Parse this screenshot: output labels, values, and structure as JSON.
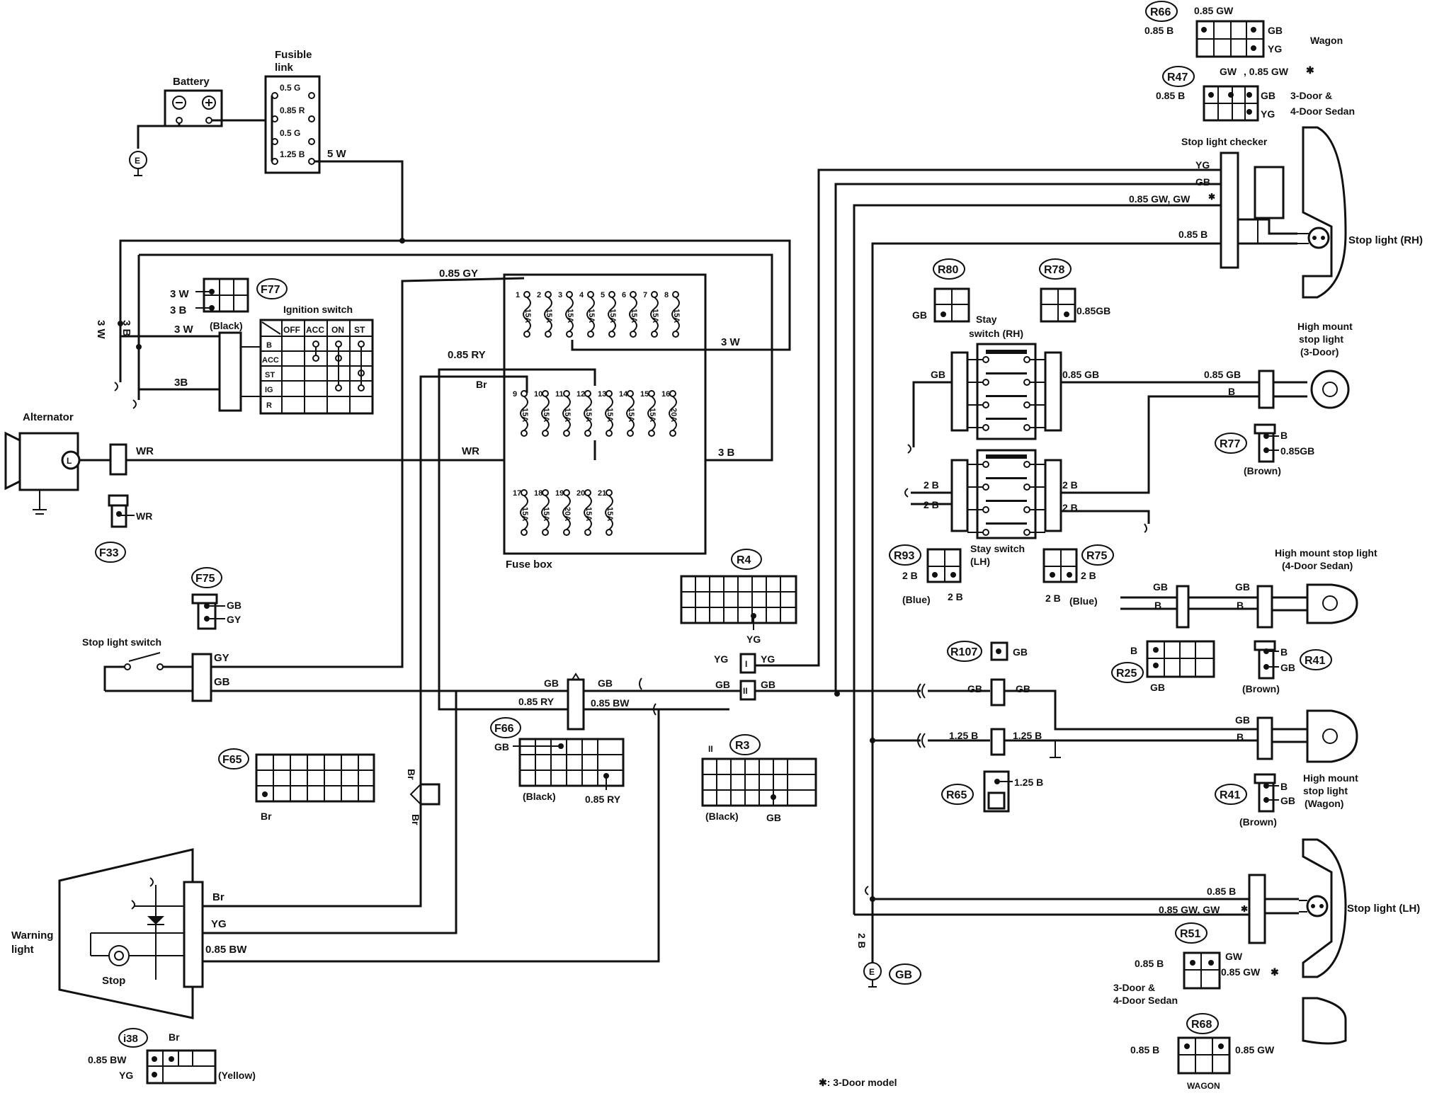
{
  "battery": {
    "label": "Battery"
  },
  "fusible_link": {
    "label_1": "Fusible",
    "label_2": "link",
    "links": [
      "0.5 G",
      "0.85 R",
      "0.5 G",
      "1.25 B"
    ]
  },
  "wires": {
    "five_w": "5 W",
    "three_w": "3 W",
    "three_b": "3 B",
    "three_b_2": "3B",
    "wr": "WR",
    "gy_085": "0.85 GY",
    "ry_085": "0.85 RY",
    "br": "Br",
    "gy": "GY",
    "gb": "GB",
    "yg": "YG",
    "bw_085": "0.85 BW",
    "ry_085_b": "0.85 RY",
    "gb_085": "0.85 GB",
    "b": "B",
    "b_085": "0.85 B",
    "gw_085": "0.85 GW, GW",
    "two_b": "2 B",
    "b_125": "1.25 B"
  },
  "ignition_switch": {
    "title": "Ignition switch",
    "columns": [
      "OFF",
      "ACC",
      "ON",
      "ST"
    ],
    "rows": [
      "B",
      "ACC",
      "ST",
      "IG",
      "R"
    ]
  },
  "alternator": {
    "label": "Alternator",
    "terminal": "L"
  },
  "fuse_box": {
    "label": "Fuse box",
    "fuses": [
      {
        "n": "1",
        "a": "15A"
      },
      {
        "n": "2",
        "a": "15A"
      },
      {
        "n": "3",
        "a": "15A"
      },
      {
        "n": "4",
        "a": "15A"
      },
      {
        "n": "5",
        "a": "15A"
      },
      {
        "n": "6",
        "a": "15A"
      },
      {
        "n": "7",
        "a": "15A"
      },
      {
        "n": "8",
        "a": "15A"
      },
      {
        "n": "9",
        "a": "15A"
      },
      {
        "n": "10",
        "a": "15A"
      },
      {
        "n": "11",
        "a": "15A"
      },
      {
        "n": "12",
        "a": "15A"
      },
      {
        "n": "13",
        "a": "15A"
      },
      {
        "n": "14",
        "a": "15A"
      },
      {
        "n": "15",
        "a": "15A"
      },
      {
        "n": "16",
        "a": "20A"
      },
      {
        "n": "17",
        "a": "15A"
      },
      {
        "n": "18",
        "a": "15A"
      },
      {
        "n": "19",
        "a": "20A"
      },
      {
        "n": "20",
        "a": "15A"
      },
      {
        "n": "21",
        "a": "15A"
      }
    ]
  },
  "connectors": {
    "f77": {
      "id": "F77",
      "pins": [
        "3 W",
        "3 B"
      ],
      "color": "(Black)"
    },
    "f33": {
      "id": "F33",
      "pin": "WR"
    },
    "f75": {
      "id": "F75",
      "pins": [
        "GB",
        "GY"
      ]
    },
    "f65": {
      "id": "F65",
      "pin": "Br"
    },
    "f66": {
      "id": "F66",
      "pins": [
        "GB",
        "0.85 RY"
      ],
      "color": "(Black)"
    },
    "r4": {
      "id": "R4",
      "pin": "YG"
    },
    "r3": {
      "id": "R3",
      "pin": "GB",
      "color": "(Black)",
      "mark": "II"
    },
    "r66": {
      "id": "R66",
      "pins": [
        "0.85 GW",
        "0.85 B",
        "GB",
        "YG"
      ],
      "note": "Wagon"
    },
    "r47": {
      "id": "R47",
      "pins": [
        "GW",
        ", 0.85 GW",
        "0.85 B",
        "GB",
        "YG"
      ],
      "note_1": "3-Door &",
      "note_2": "4-Door Sedan"
    },
    "r80": {
      "id": "R80",
      "pin": "GB"
    },
    "r78": {
      "id": "R78",
      "pin": "0.85GB"
    },
    "r77": {
      "id": "R77",
      "pins": [
        "B",
        "0.85GB"
      ],
      "color": "(Brown)"
    },
    "r93": {
      "id": "R93",
      "pins": [
        "2 B",
        "2 B"
      ],
      "color": "(Blue)"
    },
    "r75": {
      "id": "R75",
      "pins": [
        "2 B",
        "2 B"
      ],
      "color": "(Blue)"
    },
    "r107": {
      "id": "R107",
      "pin": "GB"
    },
    "r25": {
      "id": "R25",
      "pins": [
        "B",
        "GB"
      ]
    },
    "r41a": {
      "id": "R41",
      "pins": [
        "B",
        "GB"
      ],
      "color": "(Brown)"
    },
    "r41b": {
      "id": "R41",
      "pins": [
        "B",
        "GB"
      ],
      "color": "(Brown)"
    },
    "r65": {
      "id": "R65",
      "pin": "1.25 B"
    },
    "r51": {
      "id": "R51",
      "pins": [
        "0.85 B",
        "GW",
        "0.85 GW"
      ],
      "note_1": "3-Door &",
      "note_2": "4-Door Sedan"
    },
    "r68": {
      "id": "R68",
      "pins": [
        "0.85 B",
        "0.85 GW"
      ],
      "note": "WAGON"
    },
    "i38": {
      "id": "i38",
      "pins": [
        "0.85 BW",
        "YG",
        "Br"
      ],
      "color": "(Yellow)"
    }
  },
  "components": {
    "stop_light_switch": "Stop light switch",
    "stop_light_checker": "Stop light checker",
    "stop_light_rh": "Stop light (RH)",
    "stop_light_lh": "Stop light (LH)",
    "stay_switch_rh_1": "Stay",
    "stay_switch_rh_2": "switch (RH)",
    "stay_switch_lh_1": "Stay switch",
    "stay_switch_lh_2": "(LH)",
    "hmsl_3door_1": "High mount",
    "hmsl_3door_2": "stop light",
    "hmsl_3door_3": "(3-Door)",
    "hmsl_4door_1": "High mount stop light",
    "hmsl_4door_2": "(4-Door Sedan)",
    "hmsl_wagon_1": "High mount",
    "hmsl_wagon_2": "stop light",
    "hmsl_wagon_3": "(Wagon)",
    "warning_light_1": "Warning",
    "warning_light_2": "light",
    "stop": "Stop",
    "ground_gb": "GB",
    "ground_e": "E"
  },
  "inline_marks": {
    "yg_left": "YG",
    "yg_right": "YG",
    "gb_left": "GB",
    "gb_right": "GB",
    "i_mark": "I",
    "ii_mark": "II"
  },
  "footnote": "✱: 3-Door model",
  "asterisk": "✱"
}
